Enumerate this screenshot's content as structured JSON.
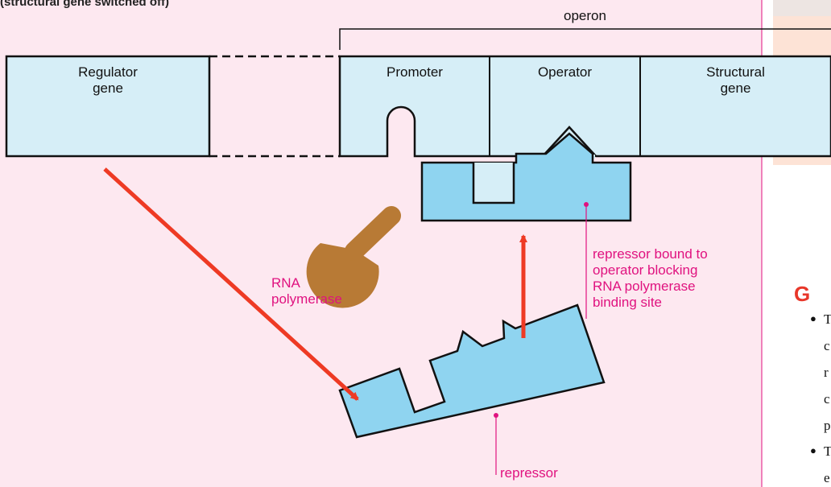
{
  "header": {
    "title_fragment": "(structural gene switched off)",
    "operon_label": "operon"
  },
  "boxes": {
    "regulator_gene": "Regulator\ngene",
    "promoter": "Promoter",
    "operator": "Operator",
    "structural_gene": "Structural\ngene"
  },
  "annotations": {
    "rna_polymerase": "RNA\npolymerase",
    "repressor_bound": "repressor bound to\noperator blocking\nRNA polymerase\nbinding site",
    "repressor": "repressor"
  },
  "side_panel": {
    "heading_fragment": "G",
    "bullet_char": "●",
    "fragments": [
      "T",
      "c",
      "r",
      "c",
      "p",
      "T",
      "e"
    ]
  },
  "colors": {
    "background": "#fde8f0",
    "gene_fill": "#d6eef7",
    "repressor_fill": "#8fd4f0",
    "polymerase_fill": "#b87a35",
    "arrow": "#ee3a24",
    "pointer": "#e0127f",
    "panel_top": "#ede5e2",
    "panel_peach": "#fde3d6",
    "heading_red": "#e8372a"
  }
}
